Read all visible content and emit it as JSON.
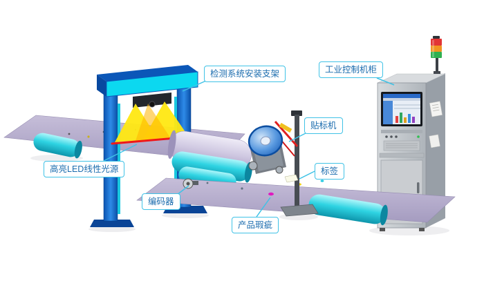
{
  "callouts": {
    "bracket": "检测系统安装支架",
    "cabinet": "工业控制机柜",
    "labeler": "贴标机",
    "tag": "标签",
    "led": "高亮LED线性光源",
    "encoder": "编码器",
    "defect": "产品瑕疵"
  },
  "colors": {
    "callout_border": "#3fc2e6",
    "callout_text": "#1b6cae",
    "roller_cyan": "#2ed3e2",
    "web_lavender": "#b3aacb",
    "frame_blue": "#1a6fd0",
    "beam_front_cyan": "#0cd8f0",
    "light_yellow": "#ffe812",
    "laser_red": "#f01818",
    "cabinet_gray": "#c0c5ca",
    "tower_red": "#e23535",
    "tower_orange": "#f09522",
    "tower_green": "#2fb050",
    "defect_magenta": "#e018c0"
  }
}
